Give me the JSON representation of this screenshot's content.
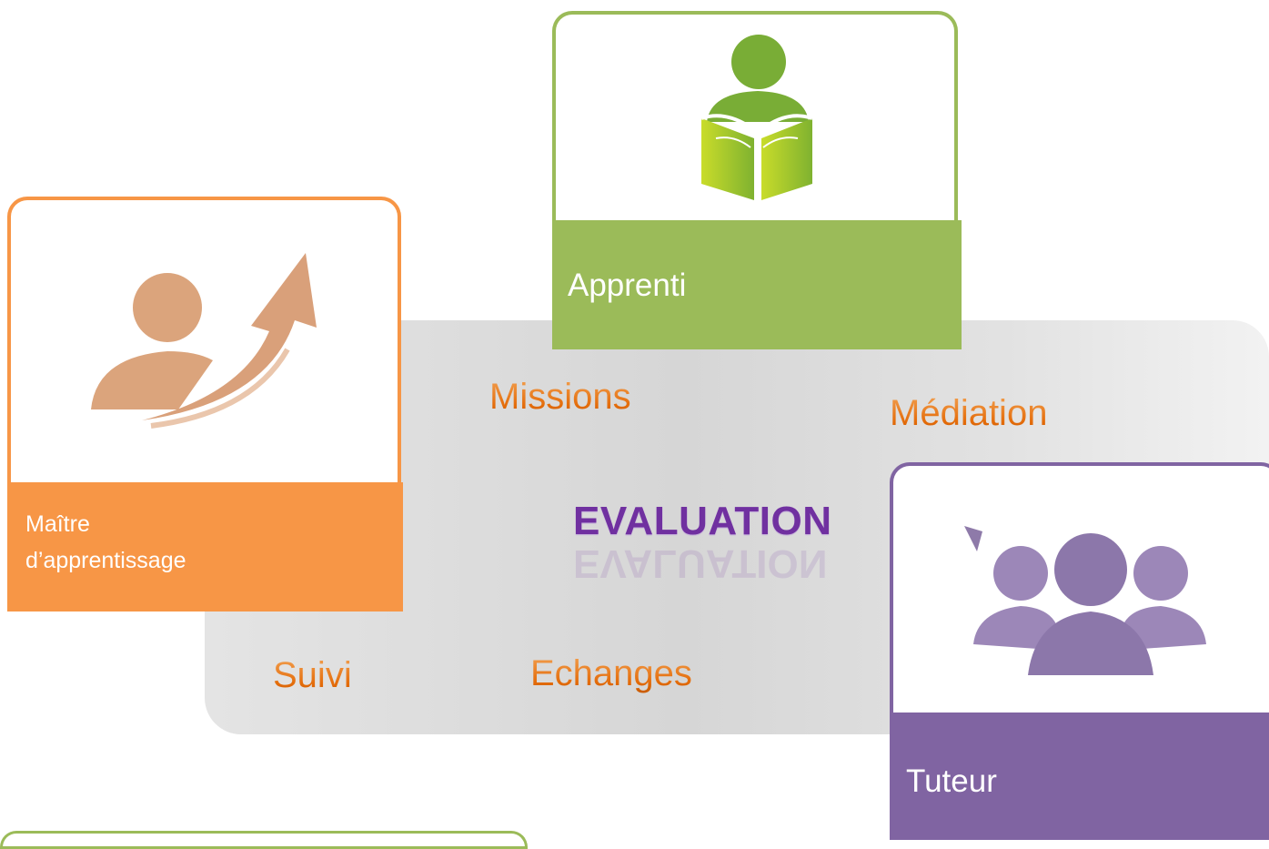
{
  "cards": {
    "apprenti": {
      "label": "Apprenti",
      "icon": "reading-person-icon",
      "color": "#9bbb59"
    },
    "maitre": {
      "label_line1": "Maître",
      "label_line2": "d’apprentissage",
      "icon": "person-growth-arrow-icon",
      "color": "#f79646"
    },
    "tuteur": {
      "label": "Tuteur",
      "icon": "group-people-icon",
      "color": "#8064a2"
    }
  },
  "keywords": {
    "missions": "Missions",
    "mediation": "Médiation",
    "evaluation": "EVALUATION",
    "suivi": "Suivi",
    "echanges": "Echanges"
  }
}
